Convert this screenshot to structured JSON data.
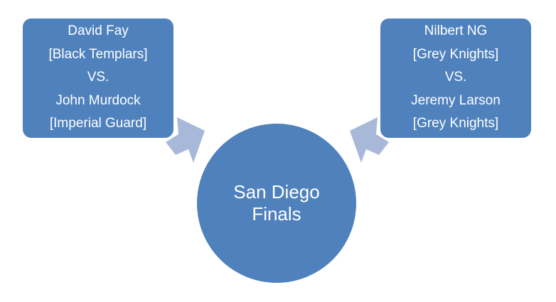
{
  "colors": {
    "node_fill": "#4f81bd",
    "arrow_fill": "#a7b8d8",
    "text": "#ffffff"
  },
  "left_match": {
    "player1": "David Fay",
    "faction1": "[Black Templars]",
    "versus": "VS.",
    "player2": "John Murdock",
    "faction2": "[Imperial Guard]"
  },
  "right_match": {
    "player1": "Nilbert NG",
    "faction1": "[Grey Knights]",
    "versus": "VS.",
    "player2": "Jeremy Larson",
    "faction2": "[Grey Knights]"
  },
  "center": {
    "line1": "San Diego",
    "line2": "Finals"
  }
}
